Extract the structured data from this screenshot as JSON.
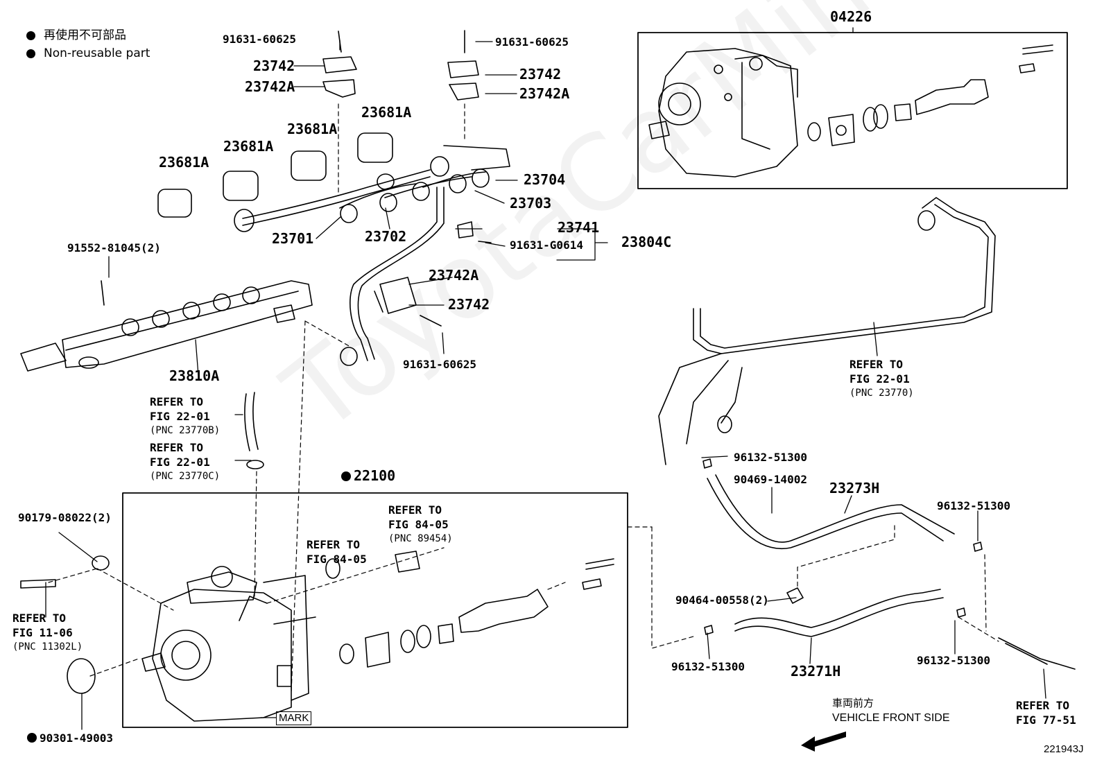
{
  "legend": {
    "jp": "再使用不可部品",
    "en": "Non-reusable part"
  },
  "watermark": "ToyotaCarMine.ru",
  "direction": {
    "jp": "車両前方",
    "en": "VEHICLE FRONT SIDE"
  },
  "figure_code": "221943J",
  "mark_label": "MARK",
  "parts": {
    "p04226": "04226",
    "p9163160625_a": "91631-60625",
    "p9163160625_b": "91631-60625",
    "p9163160625_c": "91631-60625",
    "p23742_a": "23742",
    "p23742_b": "23742",
    "p23742_c": "23742",
    "p23742A_a": "23742A",
    "p23742A_b": "23742A",
    "p23742A_c": "23742A",
    "p23681A_a": "23681A",
    "p23681A_b": "23681A",
    "p23681A_c": "23681A",
    "p23681A_d": "23681A",
    "p23704": "23704",
    "p23703": "23703",
    "p23701": "23701",
    "p23702": "23702",
    "p23741": "23741",
    "p23804C": "23804C",
    "p91631G0614": "91631-G0614",
    "p9155281045": "91552-81045(2)",
    "p23810A": "23810A",
    "p22100": "22100",
    "p9017908022": "90179-08022(2)",
    "p9030149003": "90301-49003",
    "p9613251300_a": "96132-51300",
    "p9613251300_b": "96132-51300",
    "p9613251300_c": "96132-51300",
    "p9613251300_d": "96132-51300",
    "p9046914002": "90469-14002",
    "p23273H": "23273H",
    "p9046400558": "90464-00558(2)",
    "p23271H": "23271H"
  },
  "refs": {
    "r22_01_a": {
      "line1": "REFER TO",
      "line2": "FIG 22-01",
      "line3": "(PNC 23770)"
    },
    "r22_01_b": {
      "line1": "REFER TO",
      "line2": "FIG 22-01",
      "line3": "(PNC 23770B)"
    },
    "r22_01_c": {
      "line1": "REFER TO",
      "line2": "FIG 22-01",
      "line3": "(PNC 23770C)"
    },
    "r84_05_a": {
      "line1": "REFER TO",
      "line2": "FIG 84-05",
      "line3": "(PNC 89454)"
    },
    "r84_05_b": {
      "line1": "REFER TO",
      "line2": "FIG 84-05"
    },
    "r11_06": {
      "line1": "REFER TO",
      "line2": "FIG 11-06",
      "line3": "(PNC 11302L)"
    },
    "r77_51": {
      "line1": "REFER TO",
      "line2": "FIG 77-51"
    }
  }
}
